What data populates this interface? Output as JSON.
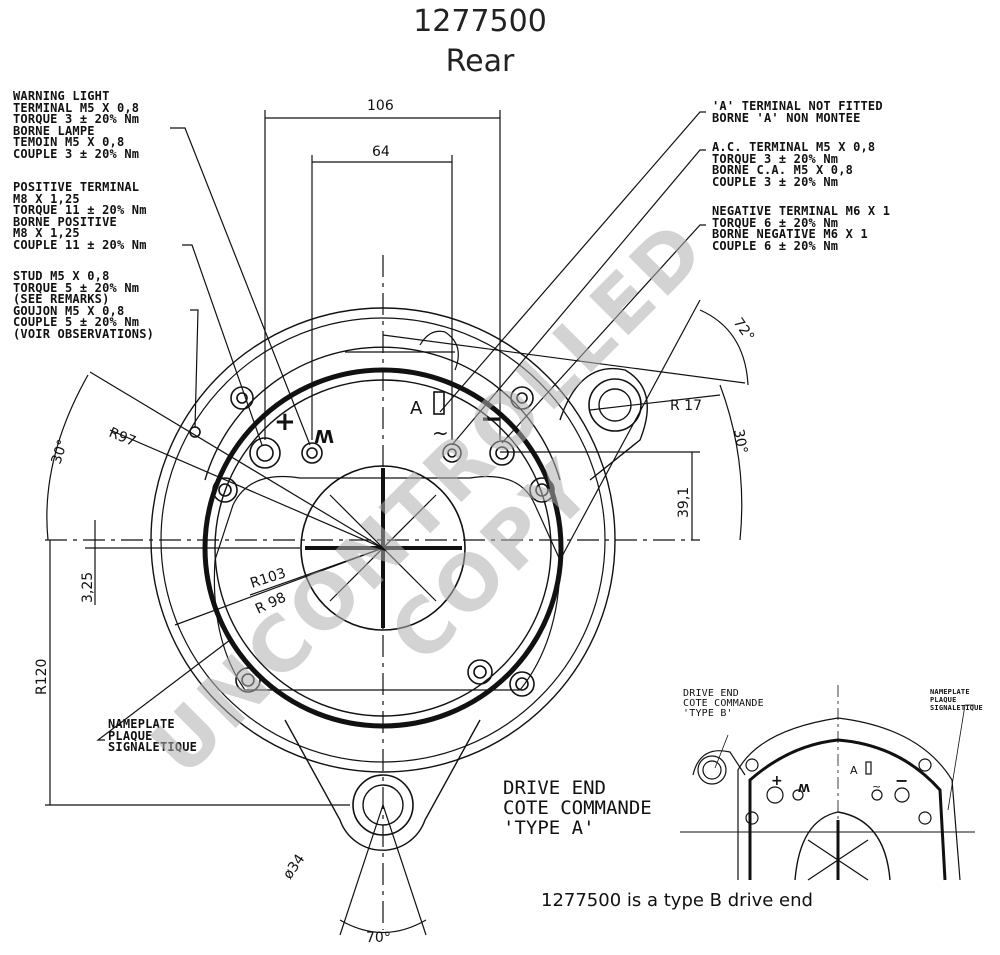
{
  "header": {
    "part_number": "1277500",
    "view": "Rear"
  },
  "notes": {
    "warning_light": "WARNING LIGHT\nTERMINAL M5 X 0,8\nTORQUE 3 ± 20% Nm\nBORNE LAMPE\nTEMOIN M5 X 0,8\nCOUPLE 3 ± 20% Nm",
    "positive_terminal": "POSITIVE TERMINAL\nM8 X 1,25\nTORQUE 11 ± 20% Nm\nBORNE POSITIVE\nM8 X 1,25\nCOUPLE 11 ± 20% Nm",
    "stud": "STUD M5 X 0,8\nTORQUE 5 ± 20% Nm\n(SEE REMARKS)\nGOUJON M5 X 0,8\nCOUPLE 5 ± 20% Nm\n(VOIR OBSERVATIONS)",
    "a_terminal_not_fitted": "'A' TERMINAL NOT FITTED\nBORNE 'A' NON MONTEE",
    "ac_terminal": "A.C. TERMINAL M5 X 0,8\nTORQUE 3 ± 20% Nm\nBORNE C.A. M5 X 0,8\nCOUPLE 3 ± 20% Nm",
    "negative_terminal": "NEGATIVE TERMINAL M6 X 1\nTORQUE 6 ± 20% Nm\nBORNE NEGATIVE M6 X 1\nCOUPLE 6 ± 20% Nm",
    "nameplate": "NAMEPLATE\nPLAQUE\nSIGNALETIQUE"
  },
  "dimensions": {
    "d106": "106",
    "d64": "64",
    "r97": "R97",
    "r103": "R103",
    "r98": "R 98",
    "r17": "R 17",
    "r120": "R120",
    "d325": "3,25",
    "d391": "39,1",
    "ang30_left": "30°",
    "ang30_right": "30°",
    "ang72": "72°",
    "ang70": "70°",
    "dia34": "ø34"
  },
  "symbols": {
    "plus": "+",
    "w": "W",
    "a": "A",
    "ac": "~",
    "minus": "−"
  },
  "drive_end_a": "DRIVE END\nCOTE COMMANDE\n'TYPE A'",
  "inset": {
    "drive_end_b": "DRIVE END\nCOTE COMMANDE\n'TYPE B'",
    "nameplate": "NAMEPLATE\nPLAQUE\nSIGNALETIQUE"
  },
  "caption": "1277500 is a type B drive end",
  "watermark": "UNCONTROLLED COPY"
}
